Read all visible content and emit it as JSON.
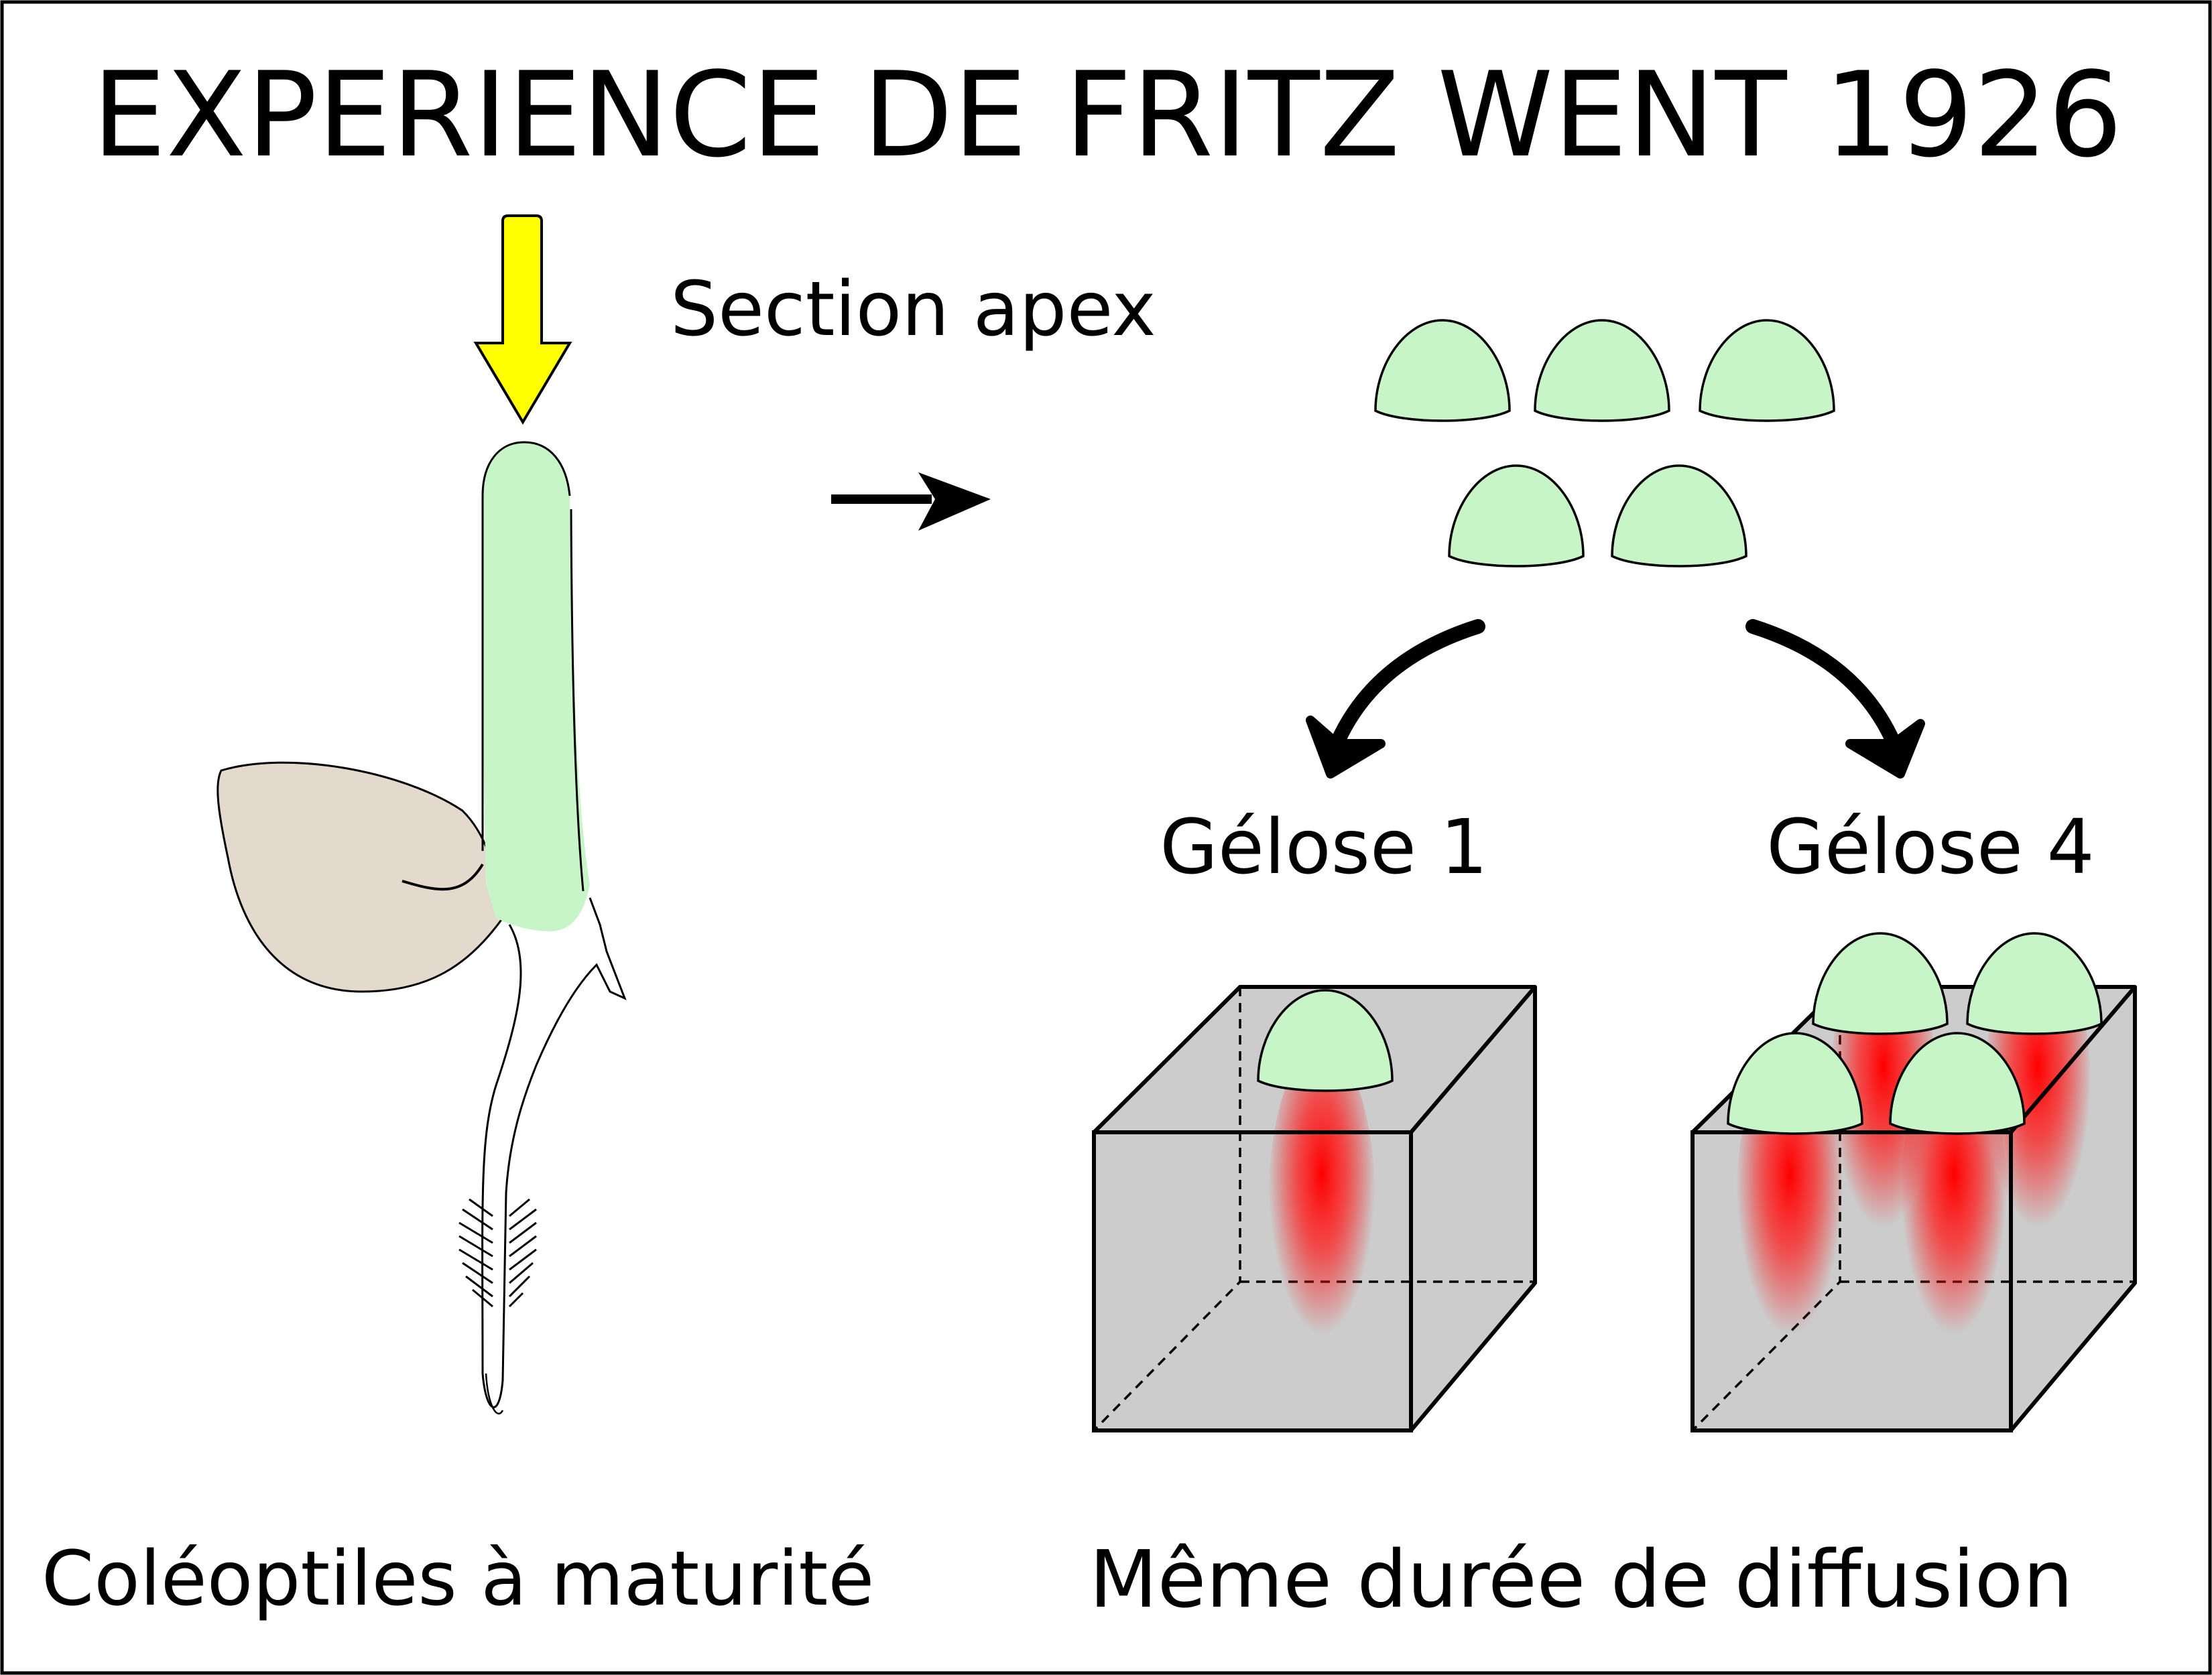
{
  "title": "EXPERIENCE DE FRITZ WENT 1926",
  "labels": {
    "section_apex": "Section apex",
    "gelose_1": "Gélose 1",
    "gelose_4": "Gélose 4",
    "coleoptiles": "Coléoptiles à maturité",
    "meme_duree": "Même durée de diffusion"
  },
  "colors": {
    "apex_fill": "#c8f5c8",
    "seed_fill": "#e3dacd",
    "arrow_yellow": "#ffff00",
    "agar_block": "#cccccc",
    "auxin_red": "#ff0000",
    "outline": "#000000"
  }
}
